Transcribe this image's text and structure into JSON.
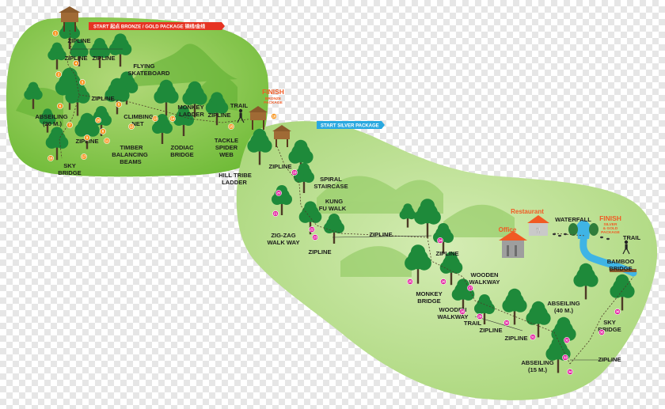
{
  "bronze_area": {
    "start_banner": "START 起点 BRONZE / GOLD PACKAGE 铜线/金线",
    "finish": "FINISH",
    "finish_sub": [
      "BRONZE",
      "PACKAGE"
    ],
    "activities": [
      [
        "ZIPLINE"
      ],
      [
        "ZIPLINE"
      ],
      [
        "ZIPLINE"
      ],
      [
        "FLYING",
        "SKATEBOARD"
      ],
      [
        "ZIPLINE"
      ],
      [
        "ABSEILING",
        "(20 M.)"
      ],
      [
        "CLIMBING",
        "NET"
      ],
      [
        "MONKEY",
        "LADDER"
      ],
      [
        "ZIPLINE"
      ],
      [
        "TRAIL"
      ],
      [
        "ZIPLINE"
      ],
      [
        "TIMBER",
        "BALANCING",
        "BEAMS"
      ],
      [
        "ZODIAC",
        "BRIDGE"
      ],
      [
        "TACKLE",
        "SPIDER",
        "WEB"
      ],
      [
        "SKY",
        "BRIDGE"
      ]
    ]
  },
  "silver_area": {
    "start_banner": "START SILVER PACKAGE",
    "finish": "FINISH",
    "finish_sub": [
      "SILVER",
      "& GOLD",
      "PACKAGE"
    ],
    "restaurant": "Restaurant",
    "office": "Office",
    "waterfall": "WATERFALL",
    "activities": [
      [
        "HILL TRIBE",
        "LADDER"
      ],
      [
        "ZIPLINE"
      ],
      [
        "SPIRAL",
        "STAIRCASE"
      ],
      [
        "KUNG",
        "FU WALK"
      ],
      [
        "ZIG-ZAG",
        "WALK WAY"
      ],
      [
        "ZIPLINE"
      ],
      [
        "ZIPLINE"
      ],
      [
        "ZIPLINE"
      ],
      [
        "WOODEN",
        "WALKWAY"
      ],
      [
        "MONKEY",
        "BRIDGE"
      ],
      [
        "WOODEN",
        "WALKWAY"
      ],
      [
        "TRAIL"
      ],
      [
        "ZIPLINE"
      ],
      [
        "ZIPLINE"
      ],
      [
        "ABSEILING",
        "(40 M.)"
      ],
      [
        "SKY",
        "BRIDGE"
      ],
      [
        "ABSEILING",
        "(15 M.)"
      ],
      [
        "ZIPLINE"
      ],
      [
        "TRAIL"
      ],
      [
        "BAMBOO",
        "BRIDGE"
      ]
    ]
  },
  "station_numbers": [
    "1",
    "2",
    "3",
    "4",
    "5",
    "6",
    "7",
    "8",
    "9",
    "10",
    "11",
    "12",
    "13",
    "14",
    "15",
    "16",
    "17",
    "18",
    "19",
    "20",
    "21",
    "22",
    "23",
    "24",
    "25",
    "26",
    "27",
    "28",
    "29",
    "30",
    "31",
    "32",
    "33",
    "34",
    "35",
    "36"
  ],
  "colors": {
    "land_dark": "#7dc242",
    "land_light": "#c6e3a0",
    "tree": "#1e8a3a",
    "trunk": "#4d3a26",
    "banner_red": "#e63323",
    "banner_blue": "#29a8e0",
    "station_orange": "#f7941d",
    "station_pink": "#e0189a",
    "water": "#3fb4e5"
  }
}
